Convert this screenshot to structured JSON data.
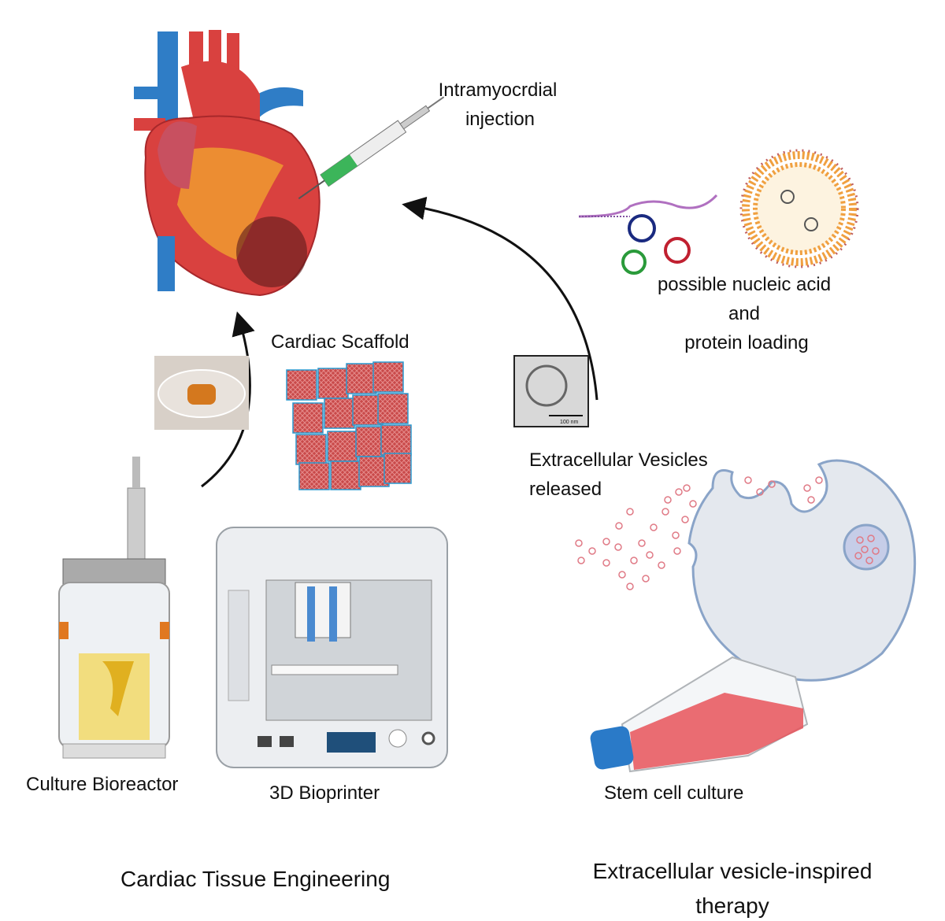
{
  "labels": {
    "injection": [
      "Intramyocrdial",
      "injection"
    ],
    "loading": [
      "possible nucleic acid",
      "and",
      "protein loading"
    ],
    "scaffold": "Cardiac Scaffold",
    "ev_released": [
      "Extracellular Vesicles",
      "released"
    ],
    "scale_bar": "100 nm",
    "bioreactor": "Culture Bioreactor",
    "bioprinter": "3D Bioprinter",
    "stem_cell": "Stem cell culture"
  },
  "sections": {
    "left": "Cardiac Tissue Engineering",
    "right": [
      "Extracellular vesicle-inspired",
      "therapy"
    ]
  },
  "colors": {
    "heart_red": "#d9413f",
    "vessel_blue": "#2f7dc6",
    "scaffold_red": "#c94a4a",
    "vesicle_pink": "#e07a86",
    "cell_fill": "#e4e8ee",
    "medium_red": "#e8545a"
  }
}
